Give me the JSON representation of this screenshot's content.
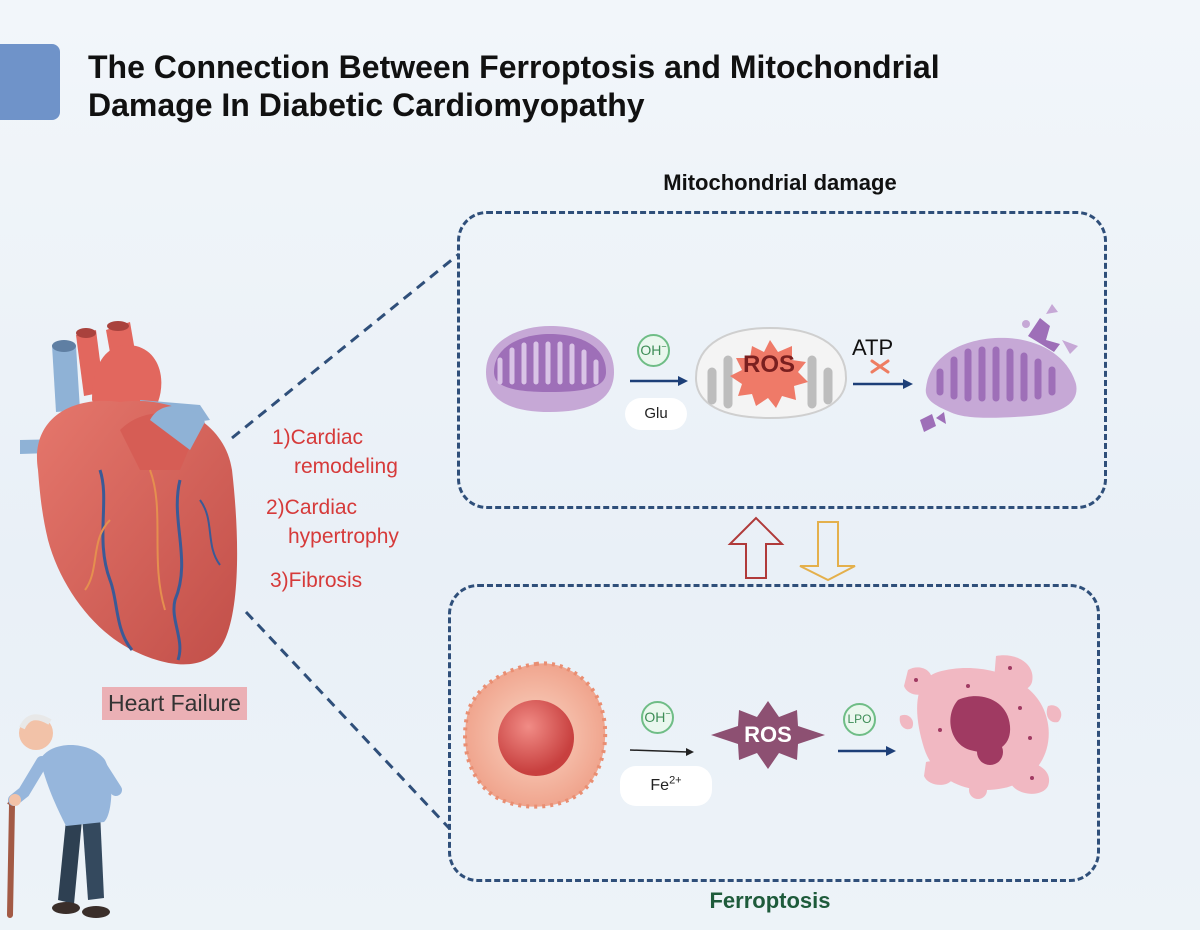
{
  "title": {
    "line1": "The Connection Between Ferroptosis and Mitochondrial",
    "line2": "Damage In Diabetic Cardiomyopathy"
  },
  "sections": {
    "mitochondrial": "Mitochondrial damage",
    "ferroptosis": "Ferroptosis"
  },
  "outcomes": [
    {
      "line1": "1)Cardiac",
      "line2": "remodeling"
    },
    {
      "line1": "2)Cardiac",
      "line2": "hypertrophy"
    },
    {
      "line1": "3)Fibrosis"
    }
  ],
  "heart_label": "Heart Failure",
  "mito_pathway": {
    "ion": "OH",
    "ion_charge": "−",
    "substrate": "Glu",
    "ros": "ROS",
    "atp": "ATP"
  },
  "ferro_pathway": {
    "ion": "OH",
    "ion_charge": "−",
    "substrate": "Fe",
    "substrate_charge": "2+",
    "ros": "ROS",
    "product": "LPO"
  },
  "colors": {
    "accent_block": "#6f93c9",
    "panel_border": "#2f4f7a",
    "outcome_text": "#d63a3a",
    "ferroptosis_title": "#1e5b3b",
    "heart_label_bg": "#ebb0b5"
  }
}
